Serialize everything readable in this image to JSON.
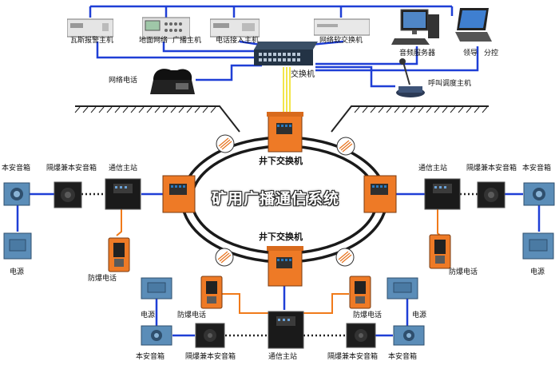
{
  "title": "矿用广播通信系统",
  "surface": {
    "gas_alarm_host": "瓦斯报警主机",
    "ground_network": "地面网络",
    "broadcast_host": "广播主机",
    "phone_access_host": "电话接入主机",
    "network_soft_switch": "网络软交换机",
    "audio_server": "音频服务器",
    "leader": "领导",
    "branch_control": "分控",
    "switch": "交换机",
    "network_phone": "网络电话",
    "dispatch_host": "呼叫调度主机"
  },
  "underground": {
    "switch_top": "井下交换机",
    "switch_bottom": "井下交换机",
    "left": {
      "speaker": "本安音箱",
      "explosion_speaker": "隔爆兼本安音箱",
      "station": "通信主站",
      "power": "电源",
      "phone": "防爆电话"
    },
    "right": {
      "station": "通信主站",
      "explosion_speaker": "隔爆兼本安音箱",
      "speaker": "本安音箱",
      "phone": "防爆电话",
      "power": "电源"
    },
    "bottom": {
      "power_left": "电源",
      "phone_left": "防爆电话",
      "phone_right": "防爆电话",
      "power_right": "电源",
      "speaker_left": "本安音箱",
      "explosion_speaker_left": "隔爆兼本安音箱",
      "station": "通信主站",
      "explosion_speaker_right": "隔爆兼本安音箱",
      "speaker_right": "本安音箱"
    }
  },
  "colors": {
    "network_line": "#1f3fd6",
    "ring": "#1a1a1a",
    "fiber": "#f2e64a",
    "explosion_box": "#ee7a26",
    "phone_line": "#f07a1a",
    "speaker_box": "#5b8db8"
  }
}
